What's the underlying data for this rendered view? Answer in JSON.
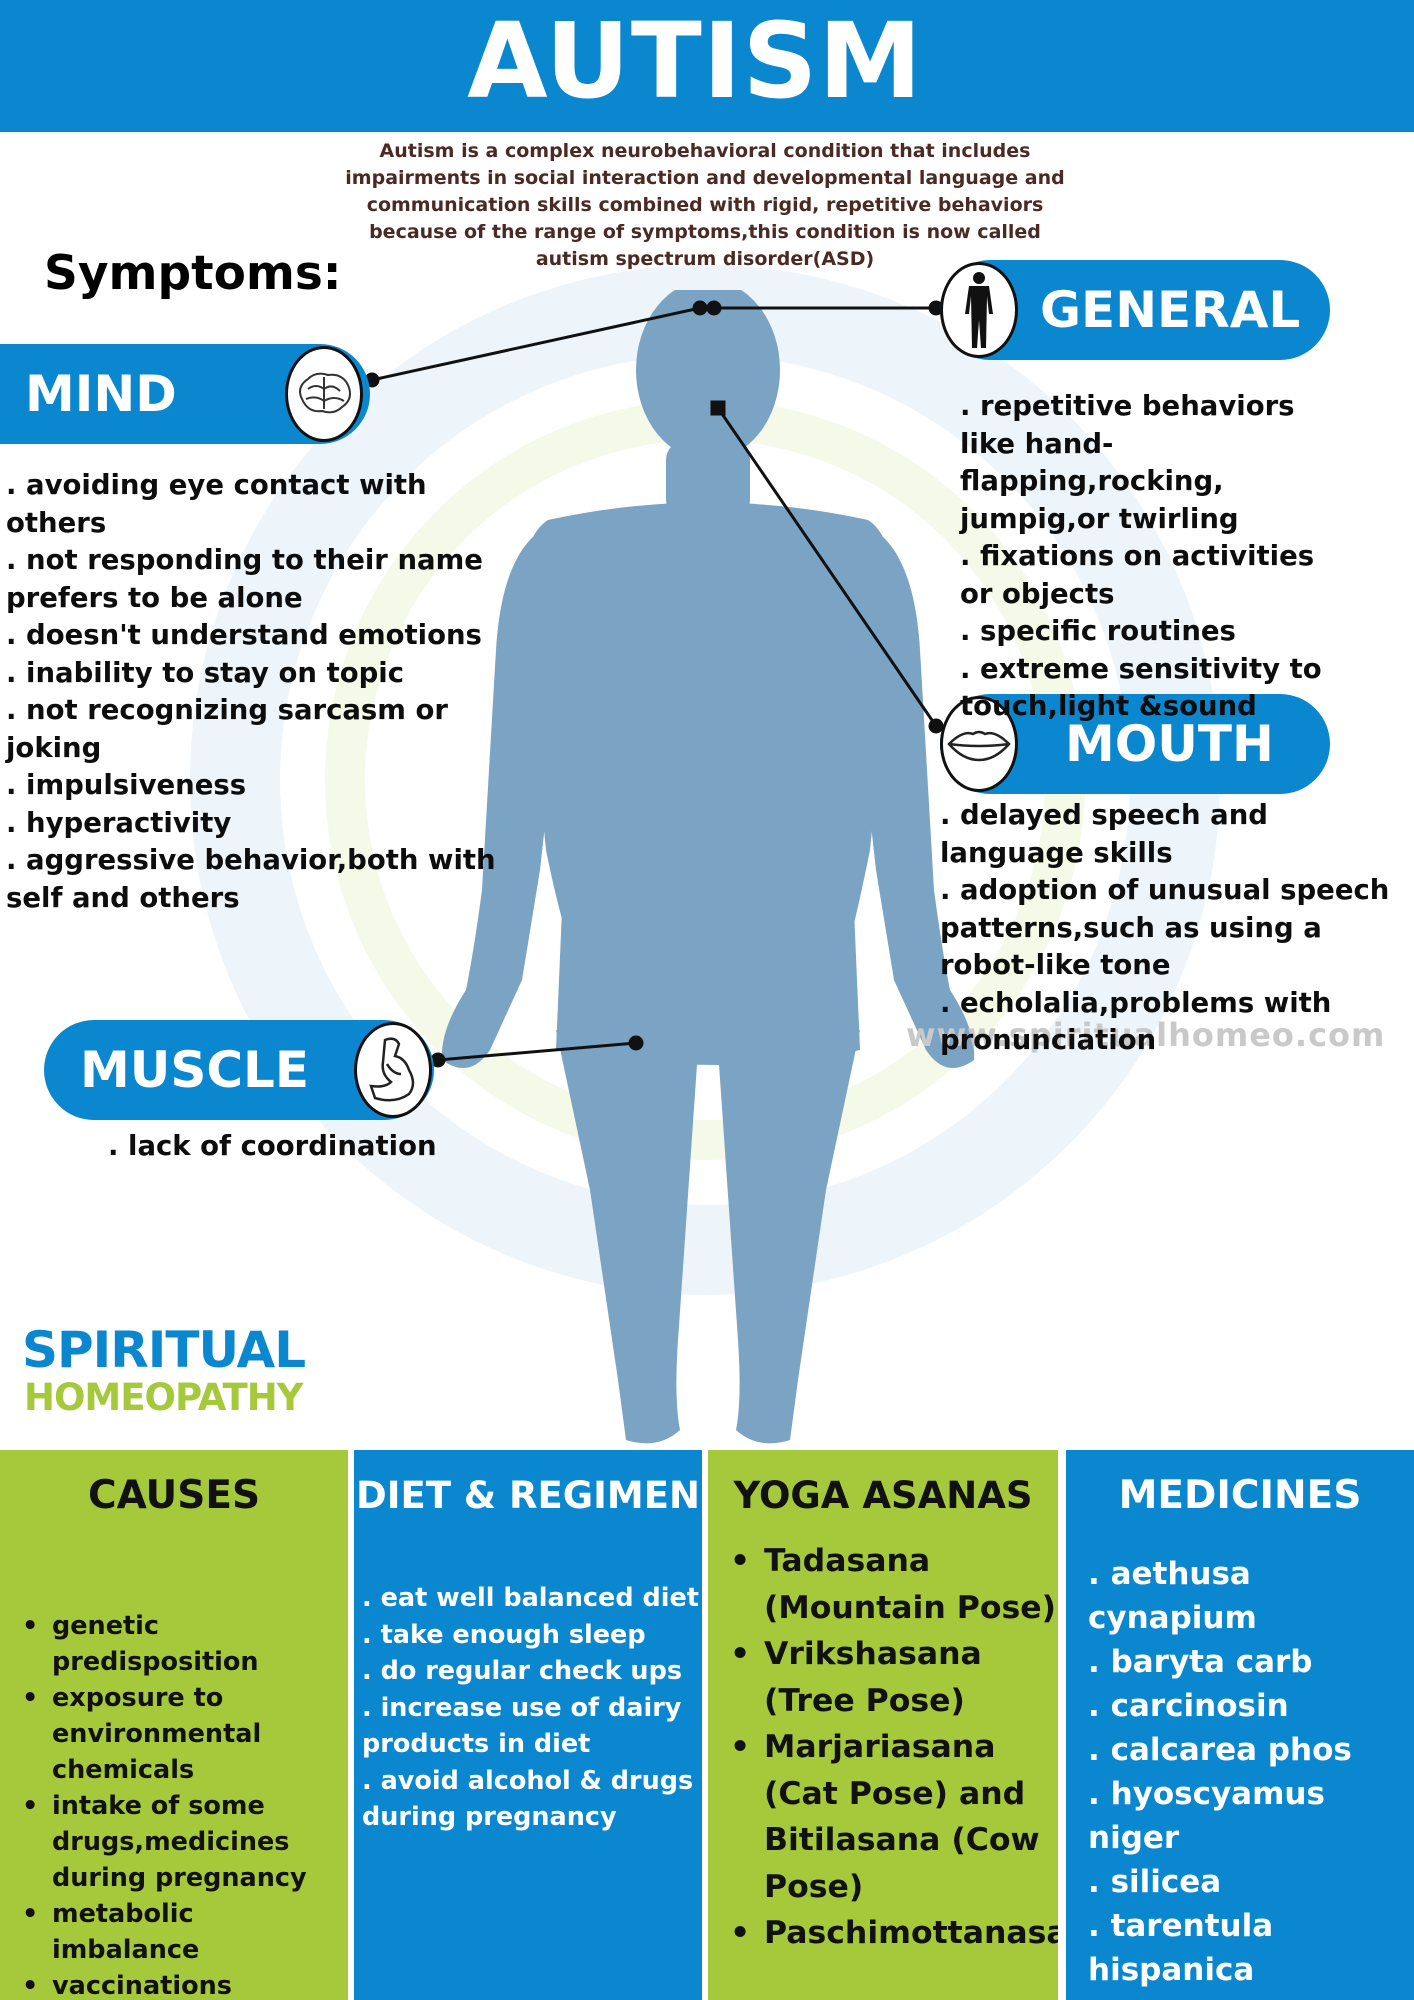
{
  "header": {
    "title": "AUTISM"
  },
  "intro": "Autism is a complex neurobehavioral condition that includes impairments in social interaction and developmental language and communication skills combined with rigid, repetitive behaviors because of the range of symptoms,this condition is now called autism spectrum disorder(ASD)",
  "symptoms_heading": "Symptoms:",
  "categories": {
    "mind": {
      "label": "MIND",
      "icon": "brain-icon",
      "items": [
        ". avoiding eye contact with others",
        ". not responding to their name prefers to be alone",
        ". doesn't understand emotions",
        ". inability to stay on topic",
        ". not recognizing sarcasm or joking",
        ". impulsiveness",
        ". hyperactivity",
        ". aggressive behavior,both with self and others"
      ]
    },
    "general": {
      "label": "GENERAL",
      "icon": "human-silhouette-icon",
      "items": [
        ". repetitive behaviors like hand-flapping,rocking, jumpig,or twirling",
        ". fixations on activities or objects",
        ". specific routines",
        ". extreme sensitivity to touch,light &sound"
      ]
    },
    "mouth": {
      "label": "MOUTH",
      "icon": "lips-icon",
      "items": [
        ". delayed speech and language skills",
        ". adoption of unusual speech patterns,such as using a robot-like tone",
        ". echolalia,problems with pronunciation"
      ]
    },
    "muscle": {
      "label": "MUSCLE",
      "icon": "flexed-arm-icon",
      "items": [
        ". lack of coordination"
      ]
    }
  },
  "watermark": "www.spiritualhomeo.com",
  "logo": {
    "line1": "SPIRITUAL",
    "line2": "HOMEOPATHY"
  },
  "sections": {
    "causes": {
      "title": "CAUSES",
      "items": [
        "genetic predisposition",
        "exposure to environmental chemicals",
        "intake of some drugs,medicines during pregnancy",
        "metabolic imbalance",
        "vaccinations"
      ]
    },
    "diet": {
      "title": "DIET & REGIMEN",
      "items": [
        ". eat well balanced diet",
        ". take enough sleep",
        ". do regular check ups",
        ". increase use of dairy products in diet",
        ". avoid alcohol & drugs during pregnancy"
      ]
    },
    "yoga": {
      "title": "YOGA ASANAS",
      "items": [
        "Tadasana (Mountain Pose)",
        "Vrikshasana (Tree Pose)",
        "Marjariasana (Cat Pose) and Bitilasana (Cow Pose)",
        "Paschimottanasana"
      ]
    },
    "medicines": {
      "title": "MEDICINES",
      "items": [
        ". aethusa cynapium",
        ". baryta carb",
        ". carcinosin",
        ". calcarea phos",
        ". hyoscyamus niger",
        ". silicea",
        ". tarentula hispanica"
      ]
    }
  },
  "colors": {
    "blue": "#0a87cf",
    "green": "#a6c93b",
    "figure": "#7aa3c4",
    "intro_text": "#4a2a22"
  }
}
